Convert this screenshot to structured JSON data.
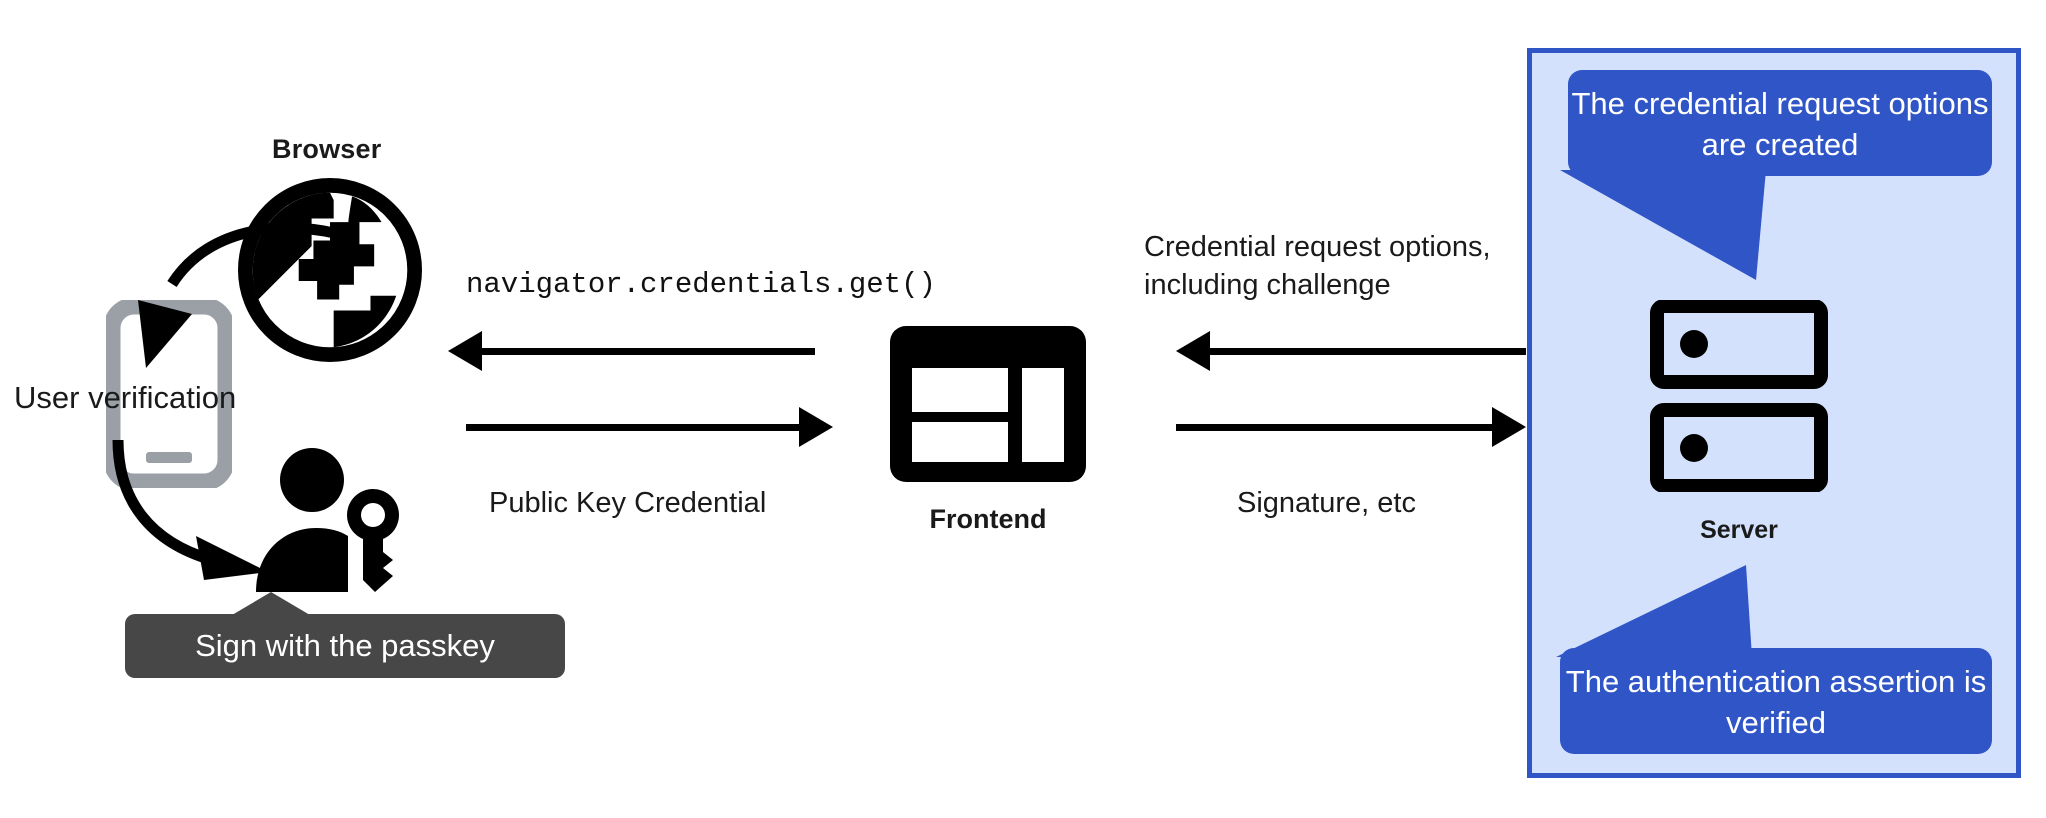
{
  "diagram": {
    "title": "WebAuthn passkey authentication flow",
    "colors": {
      "panel_fill": "#d4e1fc",
      "panel_border": "#2f55c7",
      "bubble_blue": "#2f55c7",
      "tooltip_gray": "#474747",
      "icon_black": "#000000",
      "phone_gray": "#9aa0a6",
      "text_black": "#1a1a1a"
    }
  },
  "browser": {
    "label": "Browser",
    "icon": "globe-icon"
  },
  "device": {
    "phone_icon": "smartphone-icon",
    "verification_label": "User verification",
    "arrow_in": "curved-arrow-down",
    "arrow_out": "curved-arrow-down"
  },
  "user": {
    "icon": "person-with-key-icon",
    "tooltip": "Sign with the passkey"
  },
  "left_channel": {
    "top_label": "navigator.credentials.get()",
    "top_direction": "left",
    "bottom_label": "Public Key Credential",
    "bottom_direction": "right"
  },
  "frontend": {
    "label": "Frontend",
    "icon": "web-layout-icon"
  },
  "right_channel": {
    "top_label": "Credential request options, including challenge",
    "top_direction": "left",
    "bottom_label": "Signature, etc",
    "bottom_direction": "right"
  },
  "server": {
    "label": "Server",
    "icon": "server-rack-icon",
    "bubble_top": "The credential request options are created",
    "bubble_bottom": "The authentication assertion is verified"
  }
}
